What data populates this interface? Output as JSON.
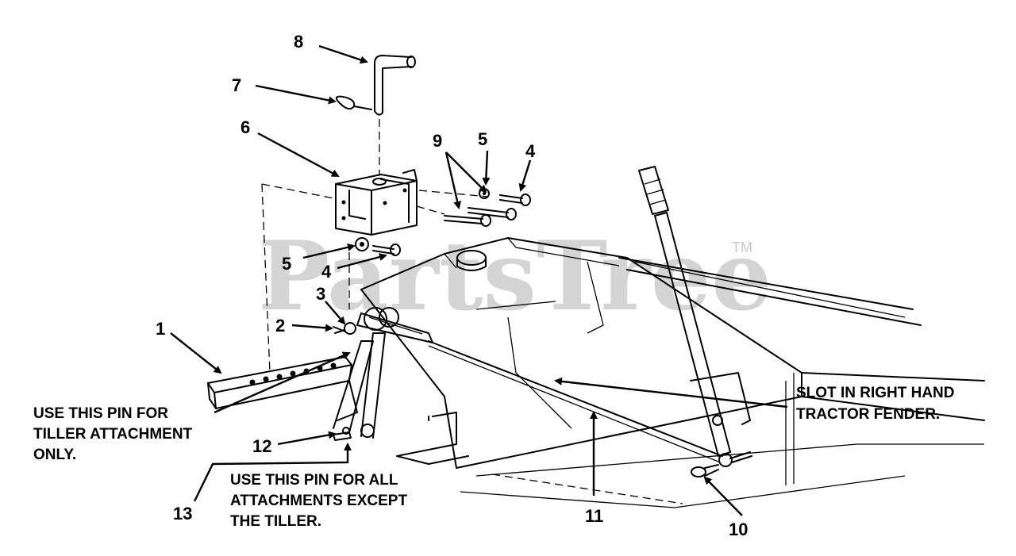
{
  "watermark": {
    "text": "PartsTree",
    "trademark": "TM"
  },
  "callouts": {
    "c1": "1",
    "c2": "2",
    "c3": "3",
    "c4a": "4",
    "c4b": "4",
    "c5a": "5",
    "c5b": "5",
    "c6": "6",
    "c7": "7",
    "c8": "8",
    "c9": "9",
    "c10": "10",
    "c11": "11",
    "c12": "12",
    "c13": "13"
  },
  "notes": {
    "tiller_pin": [
      "USE THIS PIN FOR",
      "TILLER ATTACHMENT",
      "ONLY."
    ],
    "all_pin": [
      "USE THIS PIN FOR ALL",
      "ATTACHMENTS EXCEPT",
      "THE TILLER."
    ],
    "slot": [
      "SLOT IN RIGHT HAND",
      "TRACTOR FENDER."
    ]
  }
}
